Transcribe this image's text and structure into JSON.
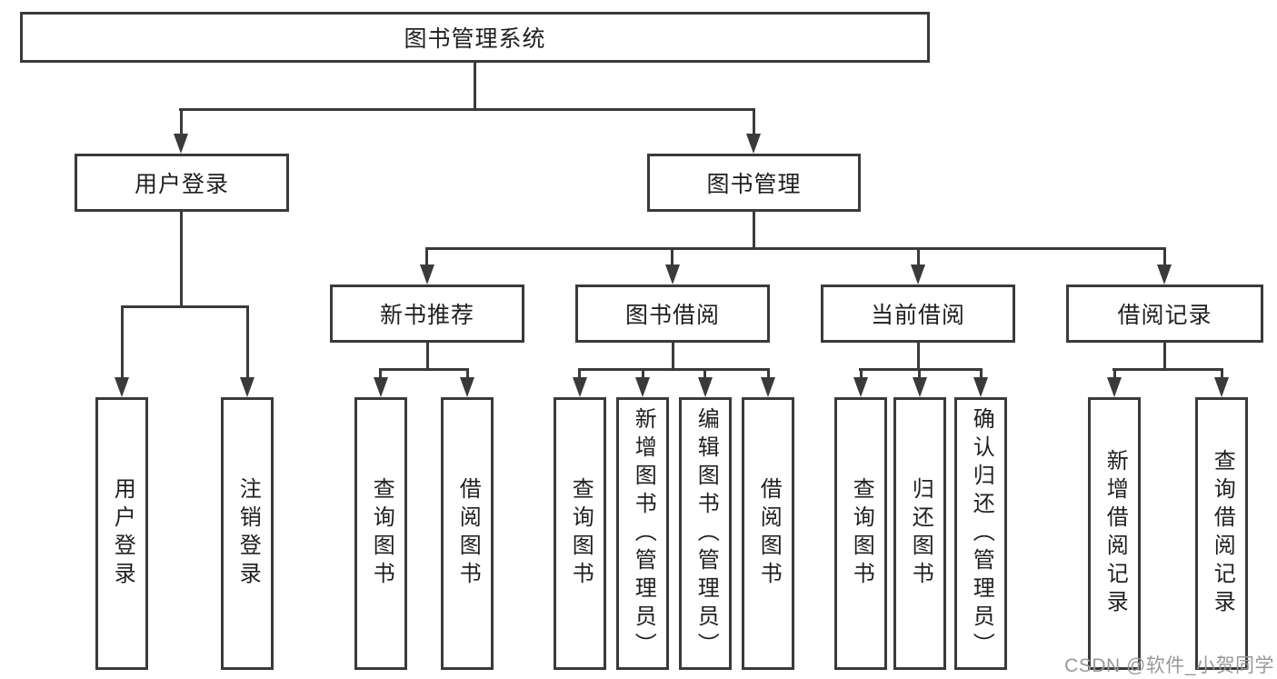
{
  "diagram": {
    "root": {
      "label": "图书管理系统"
    },
    "branches": [
      {
        "label": "用户登录",
        "children": [
          {
            "label": "用户登录"
          },
          {
            "label": "注销登录"
          }
        ]
      },
      {
        "label": "图书管理",
        "children": [
          {
            "label": "新书推荐",
            "children": [
              {
                "label": "查询图书"
              },
              {
                "label": "借阅图书"
              }
            ]
          },
          {
            "label": "图书借阅",
            "children": [
              {
                "label": "查询图书"
              },
              {
                "label": "新增图书（管理员）"
              },
              {
                "label": "编辑图书（管理员）"
              },
              {
                "label": "借阅图书"
              }
            ]
          },
          {
            "label": "当前借阅",
            "children": [
              {
                "label": "查询图书"
              },
              {
                "label": "归还图书"
              },
              {
                "label": "确认归还（管理员）"
              }
            ]
          },
          {
            "label": "借阅记录",
            "children": [
              {
                "label": "新增借阅记录"
              },
              {
                "label": "查询借阅记录"
              }
            ]
          }
        ]
      }
    ]
  },
  "watermark": {
    "text": "CSDN @软件_小贺同学",
    "color": "#999999"
  },
  "colors": {
    "line": "#3a3a3a",
    "box_border": "#3a3a3a",
    "text": "#1f1f1f",
    "background": "#ffffff"
  }
}
